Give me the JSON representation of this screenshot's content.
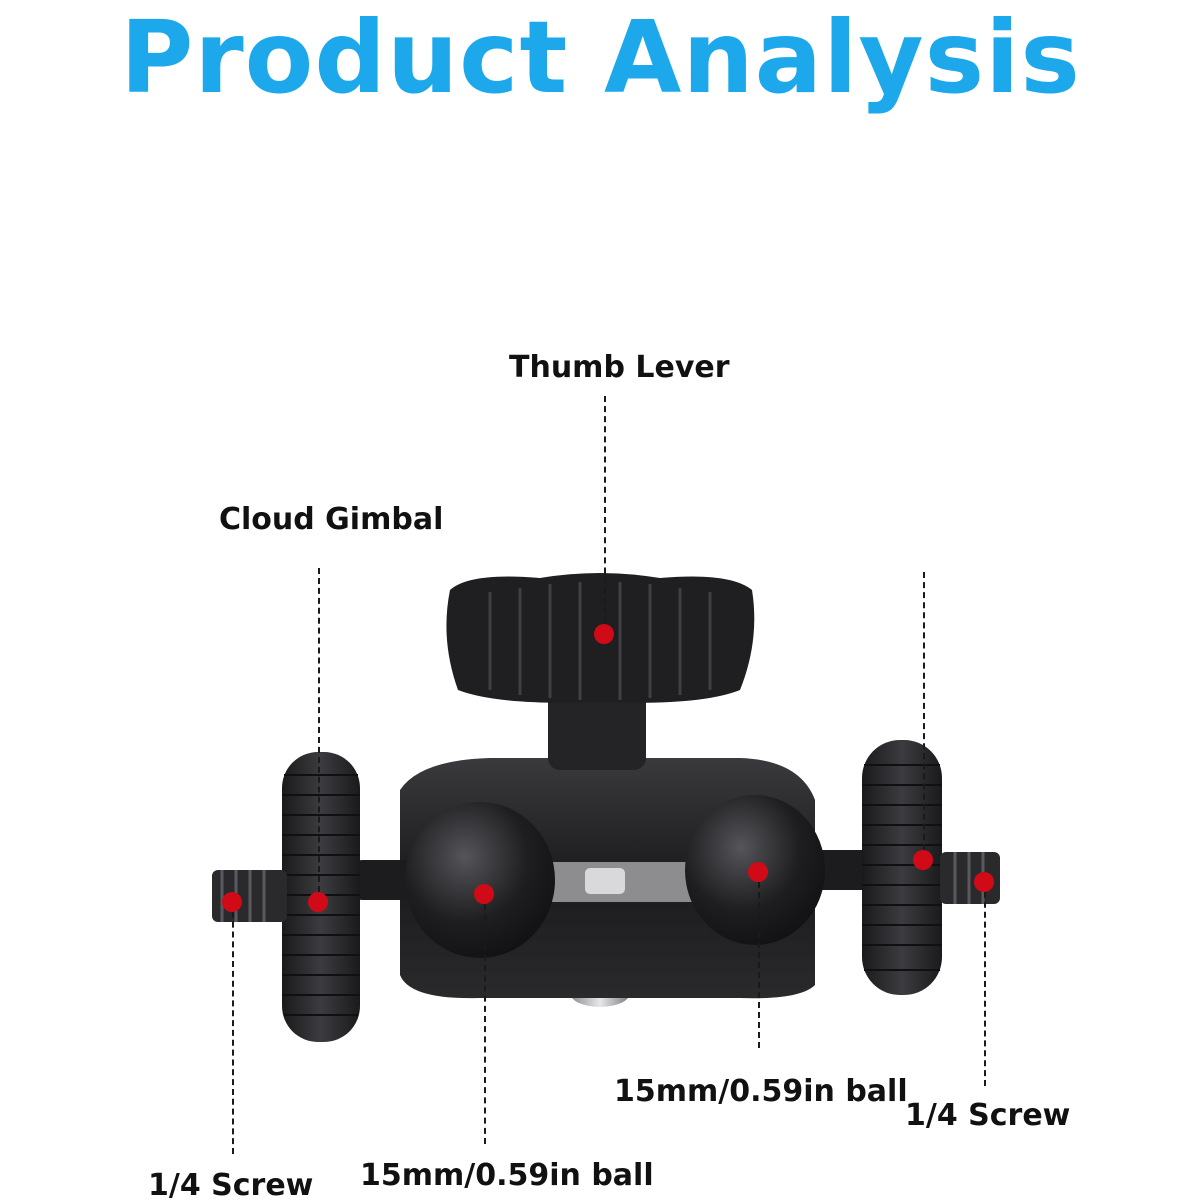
{
  "title": "Product Analysis",
  "colors": {
    "title": "#1ea8ec",
    "marker": "#d10a17",
    "product": "#1c1c1e"
  },
  "labels": {
    "thumb_lever": "Thumb Lever",
    "cloud_gimbal": "Cloud Gimbal",
    "ball_right": "15mm/0.59in ball",
    "screw_right": "1/4 Screw",
    "screw_left": "1/4 Screw",
    "ball_left": "15mm/0.59in ball"
  }
}
